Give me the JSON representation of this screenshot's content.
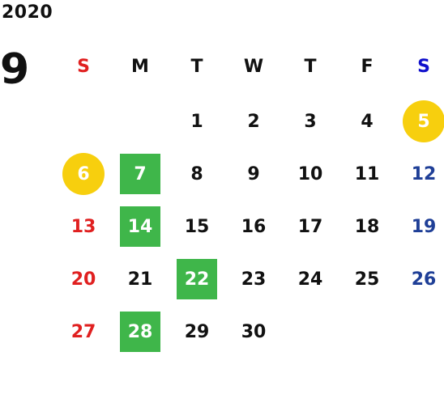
{
  "year": "2020",
  "month": "9",
  "weekdays": [
    "S",
    "M",
    "T",
    "W",
    "T",
    "F",
    "S"
  ],
  "weeks": [
    [
      "",
      "",
      "1",
      "2",
      "3",
      "4",
      "5"
    ],
    [
      "6",
      "7",
      "8",
      "9",
      "10",
      "11",
      "12"
    ],
    [
      "13",
      "14",
      "15",
      "16",
      "17",
      "18",
      "19"
    ],
    [
      "20",
      "21",
      "22",
      "23",
      "24",
      "25",
      "26"
    ],
    [
      "27",
      "28",
      "29",
      "30",
      "",
      "",
      ""
    ]
  ],
  "highlight_circle": [
    "5",
    "6"
  ],
  "highlight_square": [
    "7",
    "14",
    "22",
    "28"
  ],
  "colors": {
    "sunday": "#e02020",
    "saturday": "#1f3f97",
    "saturday_header": "#1010cc",
    "circle": "#f7cf0e",
    "square": "#3fb64a"
  }
}
